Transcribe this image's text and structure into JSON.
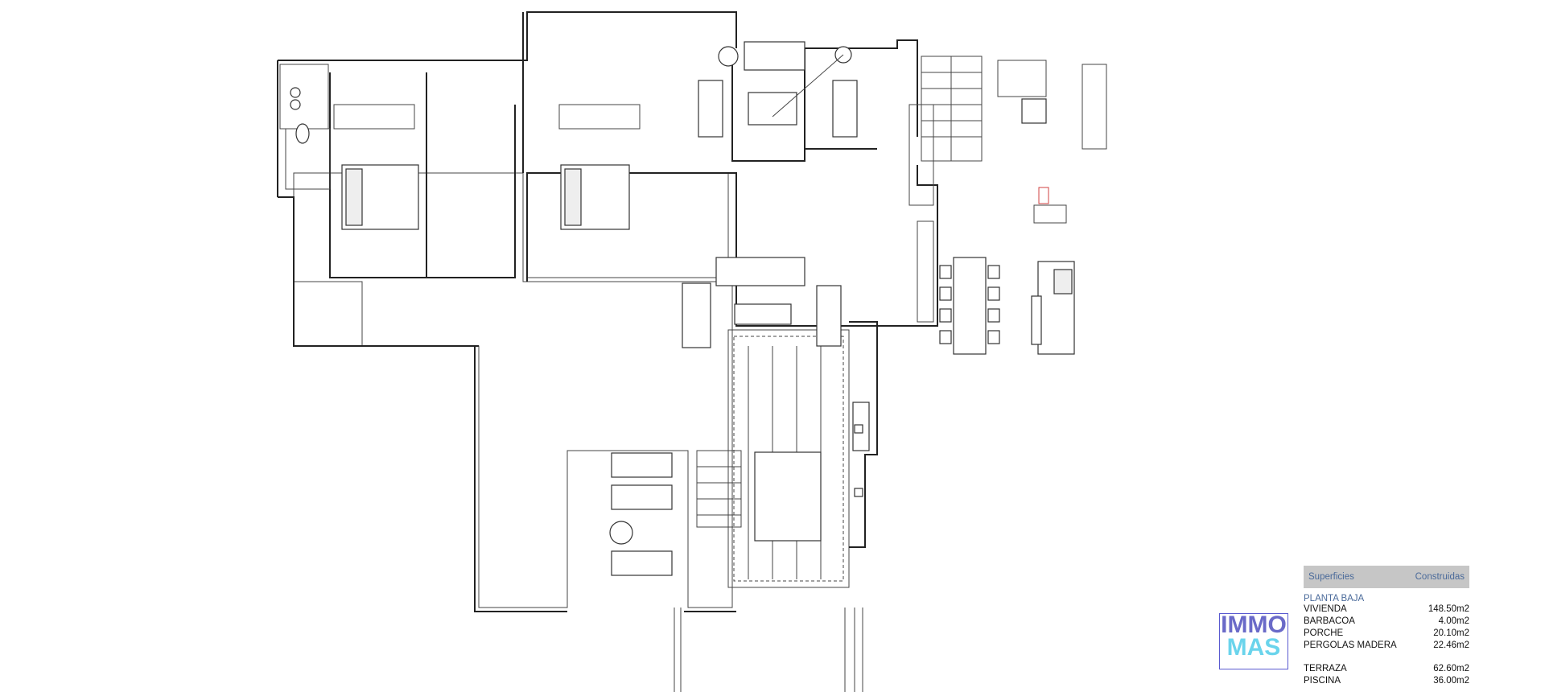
{
  "area_table": {
    "header": {
      "left": "Superficies",
      "right": "Construidas"
    },
    "section": "PLANTA BAJA",
    "rows": [
      {
        "label": "VIVIENDA",
        "value": "148.50m2"
      },
      {
        "label": "BARBACOA",
        "value": "4.00m2"
      },
      {
        "label": "PORCHE",
        "value": "20.10m2"
      },
      {
        "label": "PERGOLAS MADERA",
        "value": "22.46m2"
      }
    ],
    "rows2": [
      {
        "label": "TERRAZA",
        "value": "62.60m2"
      },
      {
        "label": "PISCINA",
        "value": "36.00m2"
      }
    ]
  },
  "watermark": {
    "line1": "IMMO",
    "line2": "MAS"
  },
  "colors": {
    "header_bg": "#c6c6c6",
    "header_text": "#4a6a9a",
    "level_marker": "#d04040"
  }
}
